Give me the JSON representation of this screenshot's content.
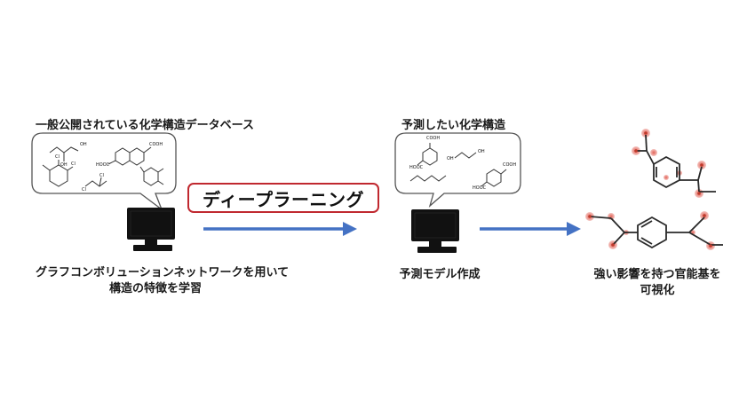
{
  "stage1": {
    "title": "一般公開されている化学構造データベース",
    "caption_line1": "グラフコンボリューションネットワークを用いて",
    "caption_line2": "構造の特徴を学習"
  },
  "process": {
    "label": "ディープラーニング"
  },
  "stage2": {
    "title": "予測したい化学構造",
    "caption": "予測モデル作成"
  },
  "stage3": {
    "caption_line1": "強い影響を持つ官能基を",
    "caption_line2": "可視化"
  },
  "molecule_labels": {
    "oh1": "OH",
    "oh2": "OH",
    "cooh1": "COOH",
    "cooh2": "HOOC",
    "cl1": "Cl",
    "cl2": "Cl",
    "cl3": "Cl",
    "cl4": "Cl",
    "cooh3": "COOH",
    "cooh4": "HOOC",
    "oh3": "OH",
    "oh4": "OH",
    "cooh5": "COOH",
    "cooh6": "HOOC"
  },
  "colors": {
    "arrow": "#4472c4",
    "process_border": "#c0282f",
    "highlight": "#e05a4e",
    "monitor": "#111111"
  },
  "icons": [
    "computer-monitor-icon",
    "arrow-right-icon",
    "molecule-structure-icon"
  ]
}
